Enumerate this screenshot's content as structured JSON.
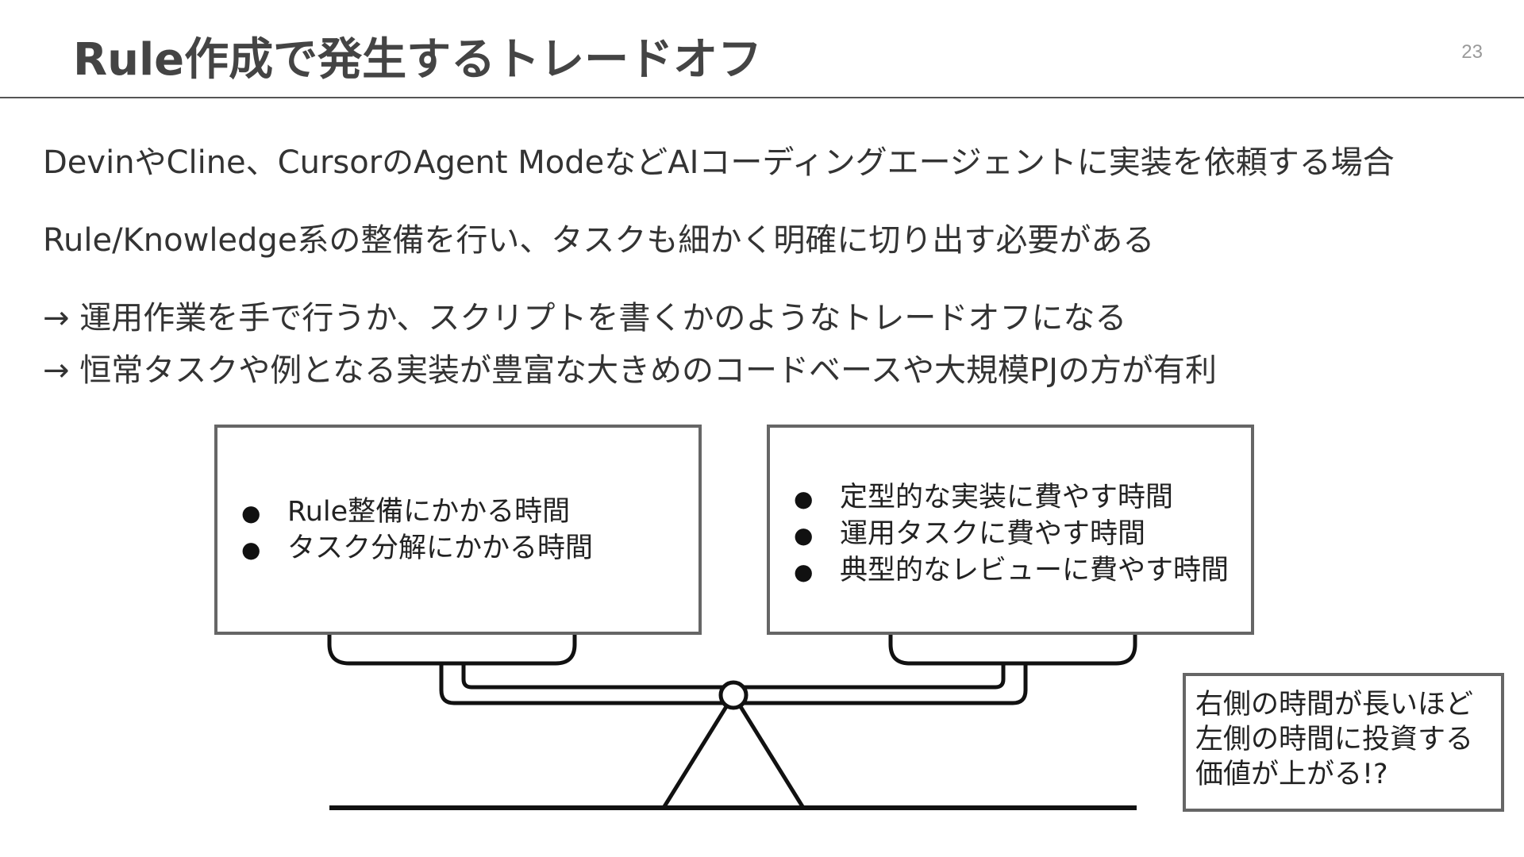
{
  "slide": {
    "title": "Rule作成で発生するトレードオフ",
    "page_number": "23",
    "lines": [
      "DevinやCline、CursorのAgent ModeなどAIコーディングエージェントに実装を依頼する場合",
      "Rule/Knowledge系の整備を行い、タスクも細かく明確に切り出す必要がある",
      "→ 運用作業を手で行うか、スクリプトを書くかのようなトレードオフになる",
      "→ 恒常タスクや例となる実装が豊富な大きめのコードベースや大規模PJの方が有利"
    ]
  },
  "diagram": {
    "bullet_glyph": "●",
    "left_box": {
      "items": [
        "Rule整備にかかる時間",
        "タスク分解にかかる時間"
      ]
    },
    "right_box": {
      "items": [
        "定型的な実装に費やす時間",
        "運用タスクに費やす時間",
        "典型的なレビューに費やす時間"
      ]
    },
    "note": {
      "lines": [
        "右側の時間が長いほど",
        "左側の時間に投資する",
        "価値が上がる!?"
      ]
    }
  },
  "colors": {
    "text": "#333333",
    "border": "#666666",
    "scale": "#111111"
  }
}
